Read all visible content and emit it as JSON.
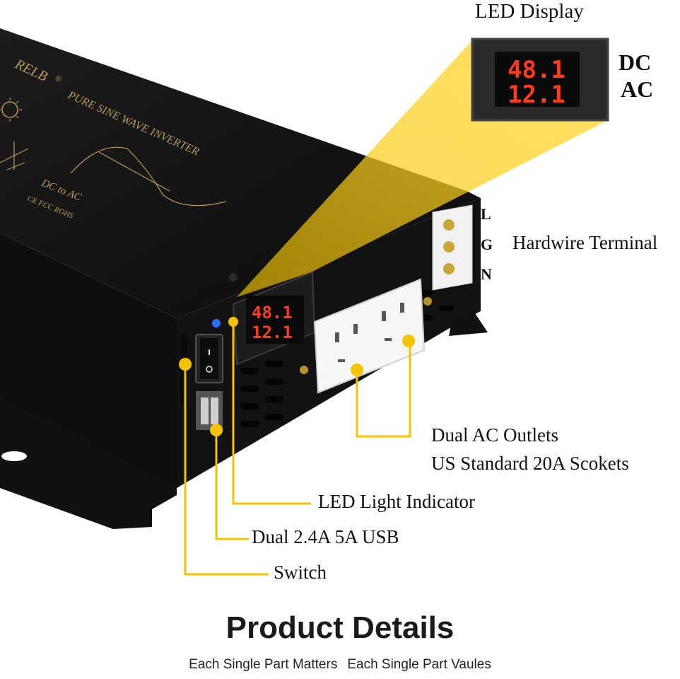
{
  "product": {
    "brand_partial": "RELB",
    "brand_mark": "®",
    "top_text": "PURE SINE WAVE INVERTER",
    "dc_to_ac": "DC to AC",
    "cert": "CE FCC ROHS"
  },
  "display": {
    "dc_value": "48.1",
    "ac_value": "12.1"
  },
  "callouts": {
    "led_display": "LED Display",
    "dc": "DC",
    "ac": "AC",
    "terminal_l": "L",
    "terminal_g": "G",
    "terminal_n": "N",
    "hardwire_terminal": "Hardwire Terminal",
    "ac_outlets_line1": "Dual AC Outlets",
    "ac_outlets_line2": "US Standard 20A Scokets",
    "led_light": "LED Light Indicator",
    "usb": "Dual 2.4A 5A USB",
    "switch": "Switch"
  },
  "footer": {
    "title": "Product Details",
    "subtitle_1": "Each Single Part Matters",
    "subtitle_2": "Each Single Part Vaules"
  },
  "colors": {
    "accent": "#f5c400",
    "body": "#141414",
    "led": "#ff3b1f",
    "indicator": "#2a6dff"
  }
}
